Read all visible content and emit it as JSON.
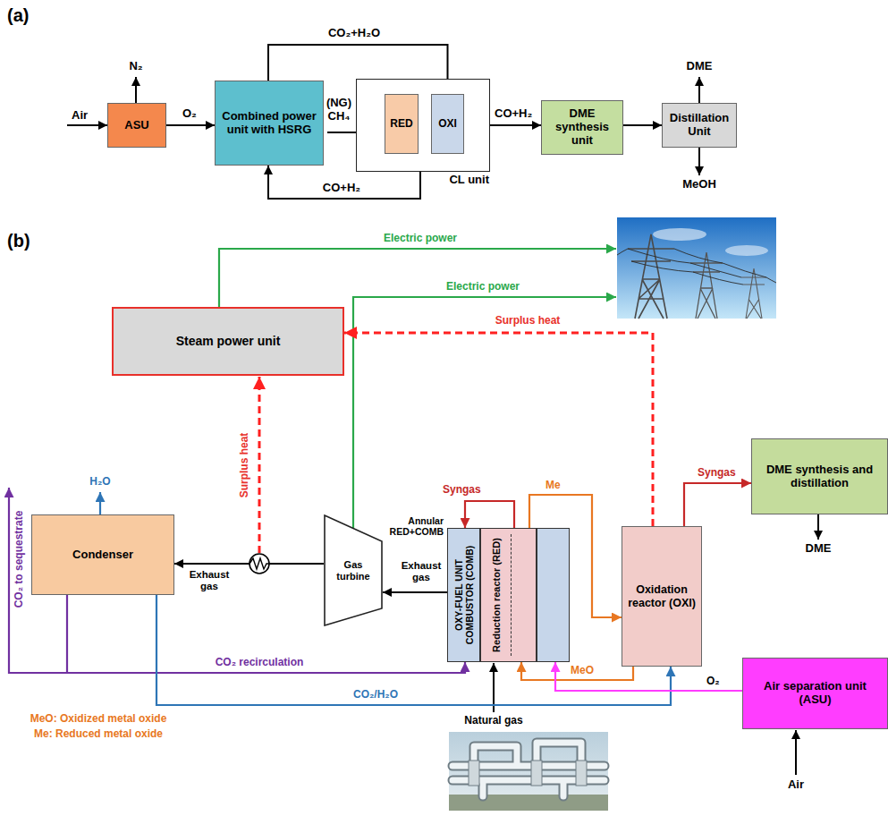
{
  "diagram": {
    "nodes": [
      {
        "text": [
          "ASU"
        ]
      },
      {
        "text": [
          "Combined power unit with HSRG"
        ]
      },
      {
        "text": [
          "CL unit"
        ]
      },
      {
        "text": [
          "RED"
        ],
        "in": 2
      },
      {
        "text": [
          "OXI"
        ],
        "in": 2
      },
      {
        "text": [
          "DME synthesis unit"
        ]
      },
      {
        "text": [
          "Distillation Unit"
        ]
      },
      {
        "text": [
          "Steam power unit"
        ]
      },
      {
        "text": [
          "Annular RED+COMB"
        ]
      },
      {
        "text": [
          "OXY-FUEL UNIT COMBUSTOR (COMB)"
        ],
        "in": 8
      },
      {
        "text": [
          "Reduction reactor (RED)"
        ],
        "in": 8
      },
      {
        "text": [
          "Oxidation reactor (OXI)"
        ]
      },
      {
        "text": [
          "DME synthesis and distillation"
        ]
      },
      {
        "text": [
          "Gas turbine"
        ]
      },
      {
        "text": [
          "Condenser"
        ]
      },
      {
        "text": [
          "Air separation unit (ASU)"
        ]
      }
    ],
    "edges": [
      {
        "from": 0,
        "to": 1,
        "label": "O₂",
        "arrow": "to"
      },
      {
        "from": 1,
        "to": 4,
        "label": "CO₂+H₂O",
        "arrow": "to"
      },
      {
        "from": 3,
        "to": 4,
        "arrow": "to"
      },
      {
        "from": 4,
        "to": 3,
        "arrow": "to"
      },
      {
        "from": 2,
        "to": 1,
        "label": "CO+H₂",
        "arrow": "to"
      },
      {
        "from": 4,
        "to": 5,
        "label": "CO+H₂",
        "arrow": "to"
      },
      {
        "from": 5,
        "to": 6,
        "arrow": "to"
      },
      {
        "from": 11,
        "to": 7,
        "label": "Surplus heat",
        "arrow": "to"
      },
      {
        "from": 9,
        "to": 13,
        "label": "Exhaust gas",
        "arrow": "to"
      },
      {
        "from": 13,
        "to": 14,
        "label": "Exhaust gas",
        "arrow": "to"
      },
      {
        "from": 14,
        "to": 9,
        "label": "CO₂ recirculation",
        "arrow": "to"
      },
      {
        "from": 14,
        "to": 11,
        "label": "CO₂/H₂O",
        "arrow": "to"
      },
      {
        "from": 10,
        "to": 9,
        "label": "Syngas",
        "arrow": "to"
      },
      {
        "from": 10,
        "to": 11,
        "label": "Me",
        "arrow": "to"
      },
      {
        "from": 11,
        "to": 10,
        "label": "MeO",
        "arrow": "to"
      },
      {
        "from": 11,
        "to": 12,
        "label": "Syngas",
        "arrow": "to"
      },
      {
        "from": 15,
        "to": 8,
        "label": "O₂",
        "arrow": "to"
      }
    ],
    "labels": [
      "(a)",
      "Air",
      "N₂",
      "(NG) CH₄",
      "DME",
      "MeOH",
      "(b)",
      "Electric power",
      "Electric power",
      "Surplus heat",
      "H₂O",
      "CO₂ to sequestrate",
      "Natural gas",
      "Air",
      "DME",
      "MeO: Oxidized metal oxide",
      "Me: Reduced metal oxide"
    ]
  }
}
